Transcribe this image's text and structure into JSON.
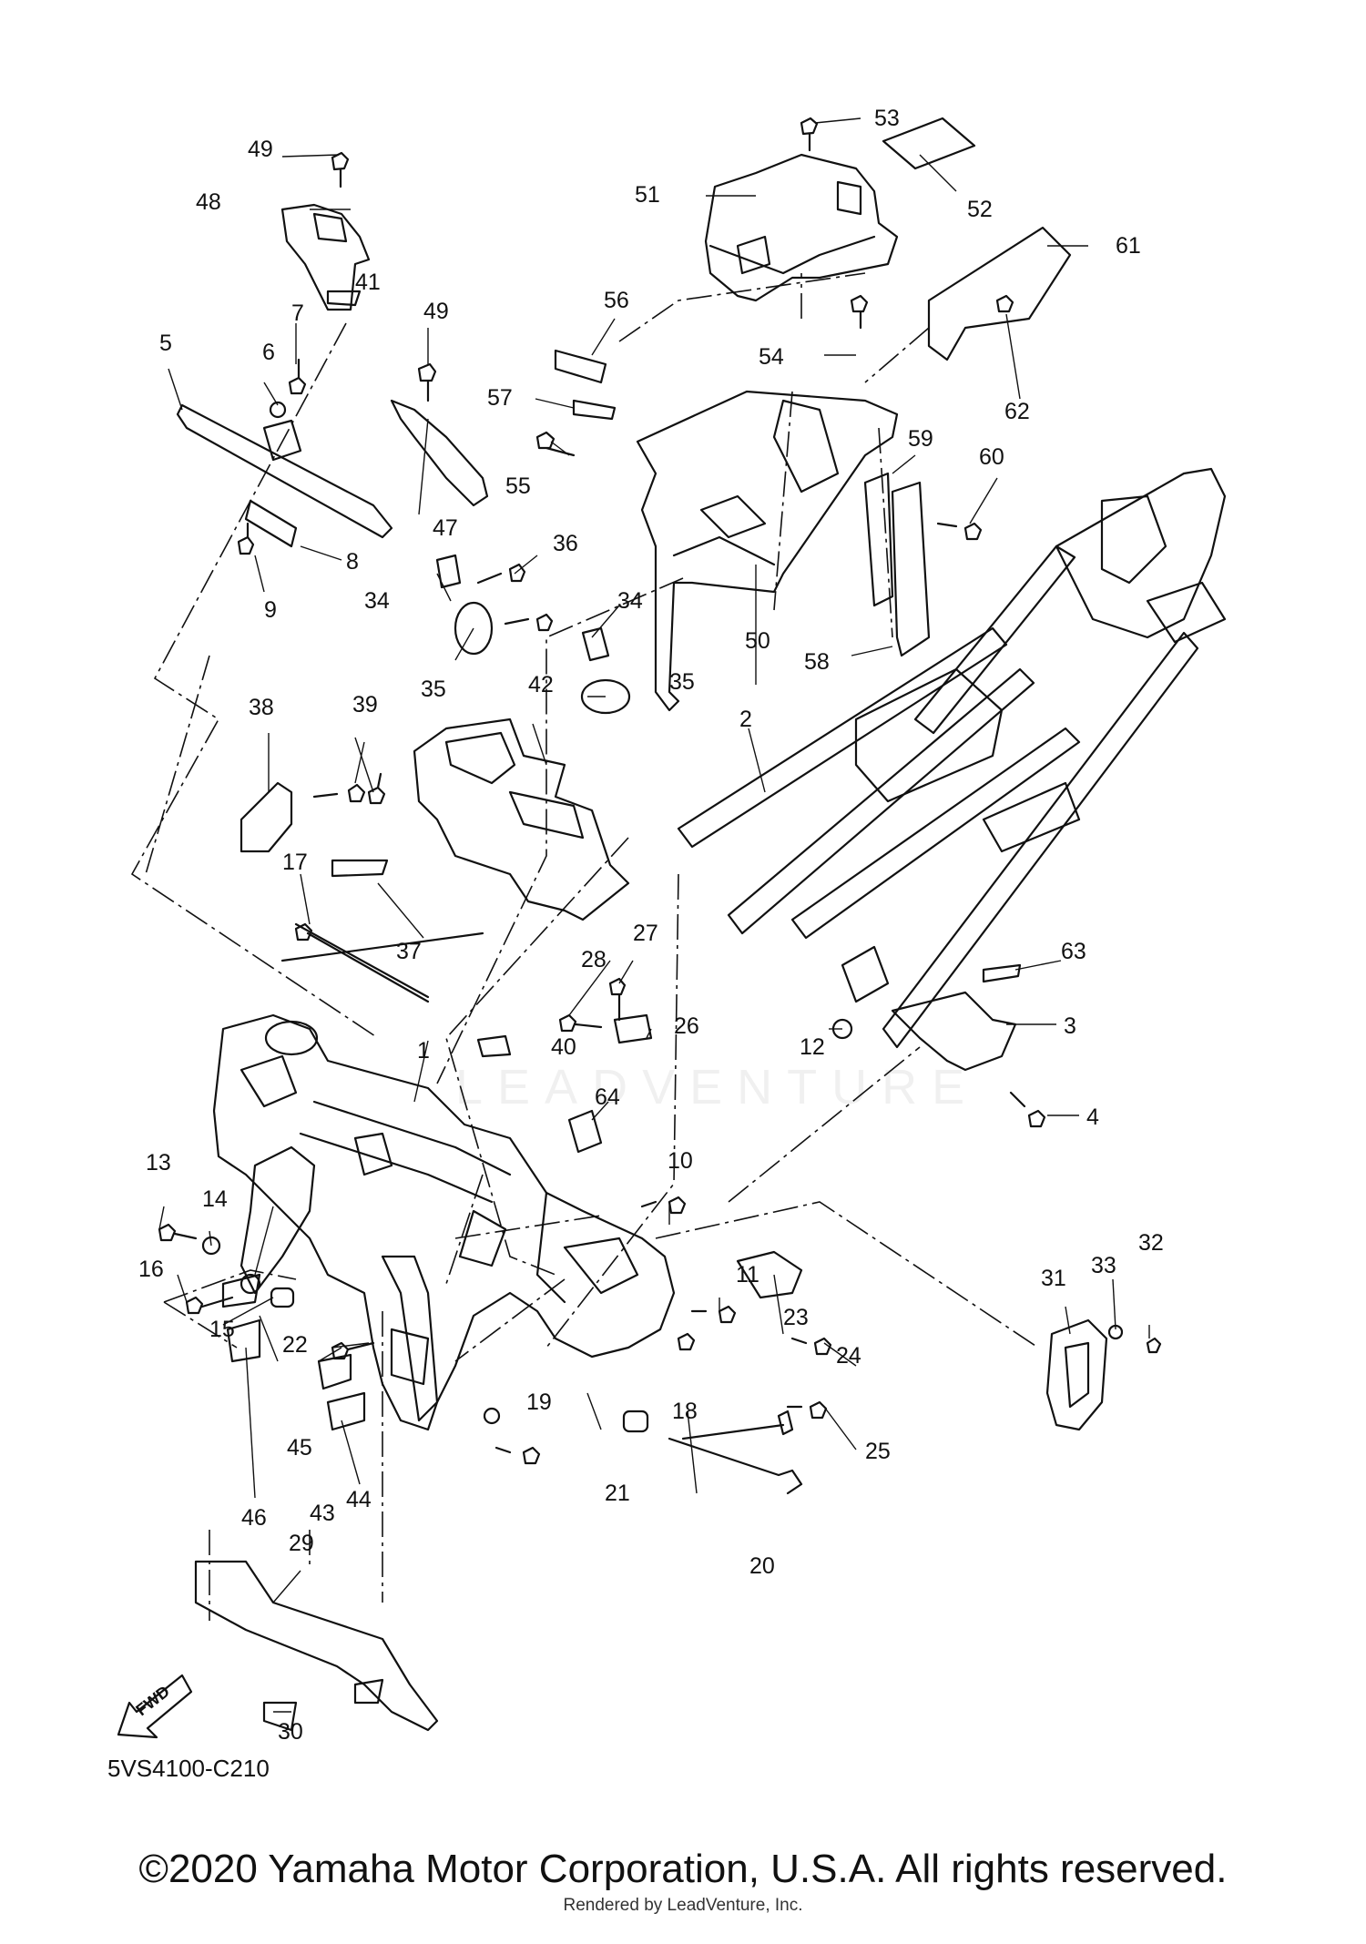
{
  "diagram": {
    "drawing_code": "5VS4100-C210",
    "fwd_label": "FWD",
    "watermark": "LEADVENTURE",
    "copyright": "©2020 Yamaha Motor Corporation, U.S.A. All rights reserved.",
    "rendered_by": "Rendered by LeadVenture, Inc.",
    "callouts": [
      "1",
      "2",
      "3",
      "4",
      "5",
      "6",
      "7",
      "8",
      "9",
      "10",
      "11",
      "12",
      "13",
      "14",
      "15",
      "16",
      "17",
      "18",
      "19",
      "20",
      "21",
      "22",
      "23",
      "24",
      "25",
      "26",
      "27",
      "28",
      "29",
      "30",
      "31",
      "32",
      "33",
      "34",
      "35",
      "36",
      "37",
      "38",
      "39",
      "40",
      "41",
      "42",
      "43",
      "44",
      "45",
      "46",
      "47",
      "48",
      "49",
      "50",
      "51",
      "52",
      "53",
      "54",
      "55",
      "56",
      "57",
      "58",
      "59",
      "60",
      "61",
      "62",
      "63",
      "64"
    ]
  }
}
